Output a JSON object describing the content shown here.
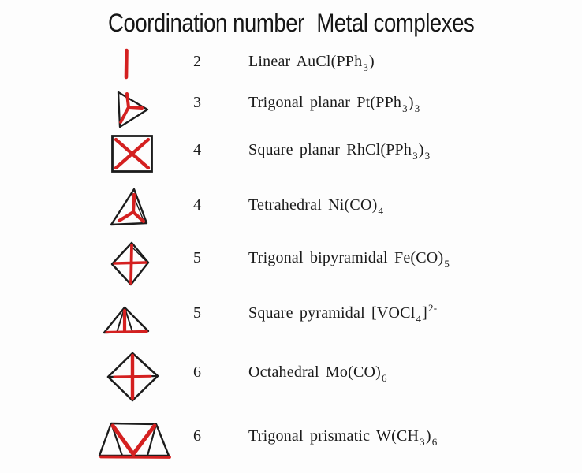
{
  "title": {
    "part1": "Coordination number",
    "part2": "Metal complexes"
  },
  "colors": {
    "accent_red": "#d42020",
    "ink_black": "#1c1c1c",
    "background": "#fdfdfd"
  },
  "rows": [
    {
      "icon": "linear-geometry-icon",
      "coordination_number": "2",
      "label_segments": [
        {
          "text": "Linear AuCl(PPh"
        },
        {
          "text": "3",
          "style": "sub"
        },
        {
          "text": ")"
        }
      ]
    },
    {
      "icon": "trigonal-planar-geometry-icon",
      "coordination_number": "3",
      "label_segments": [
        {
          "text": "Trigonal planar Pt(PPh"
        },
        {
          "text": "3",
          "style": "sub"
        },
        {
          "text": ")"
        },
        {
          "text": "3",
          "style": "sub"
        }
      ]
    },
    {
      "icon": "square-planar-geometry-icon",
      "coordination_number": "4",
      "label_segments": [
        {
          "text": "Square planar RhCl(PPh"
        },
        {
          "text": "3",
          "style": "sub"
        },
        {
          "text": ")"
        },
        {
          "text": "3",
          "style": "sub"
        }
      ]
    },
    {
      "icon": "tetrahedral-geometry-icon",
      "coordination_number": "4",
      "label_segments": [
        {
          "text": "Tetrahedral Ni(CO)"
        },
        {
          "text": "4",
          "style": "sub"
        }
      ]
    },
    {
      "icon": "trigonal-bipyramidal-geometry-icon",
      "coordination_number": "5",
      "label_segments": [
        {
          "text": "Trigonal bipyramidal Fe(CO)"
        },
        {
          "text": "5",
          "style": "sub"
        }
      ]
    },
    {
      "icon": "square-pyramidal-geometry-icon",
      "coordination_number": "5",
      "label_segments": [
        {
          "text": "Square pyramidal [VOCl"
        },
        {
          "text": "4",
          "style": "sub"
        },
        {
          "text": "]"
        },
        {
          "text": "2-",
          "style": "sup"
        }
      ]
    },
    {
      "icon": "octahedral-geometry-icon",
      "coordination_number": "6",
      "label_segments": [
        {
          "text": "Octahedral Mo(CO)"
        },
        {
          "text": "6",
          "style": "sub"
        }
      ]
    },
    {
      "icon": "trigonal-prismatic-geometry-icon",
      "coordination_number": "6",
      "label_segments": [
        {
          "text": "Trigonal prismatic W(CH"
        },
        {
          "text": "3",
          "style": "sub"
        },
        {
          "text": ")"
        },
        {
          "text": "6",
          "style": "sub"
        }
      ]
    }
  ]
}
